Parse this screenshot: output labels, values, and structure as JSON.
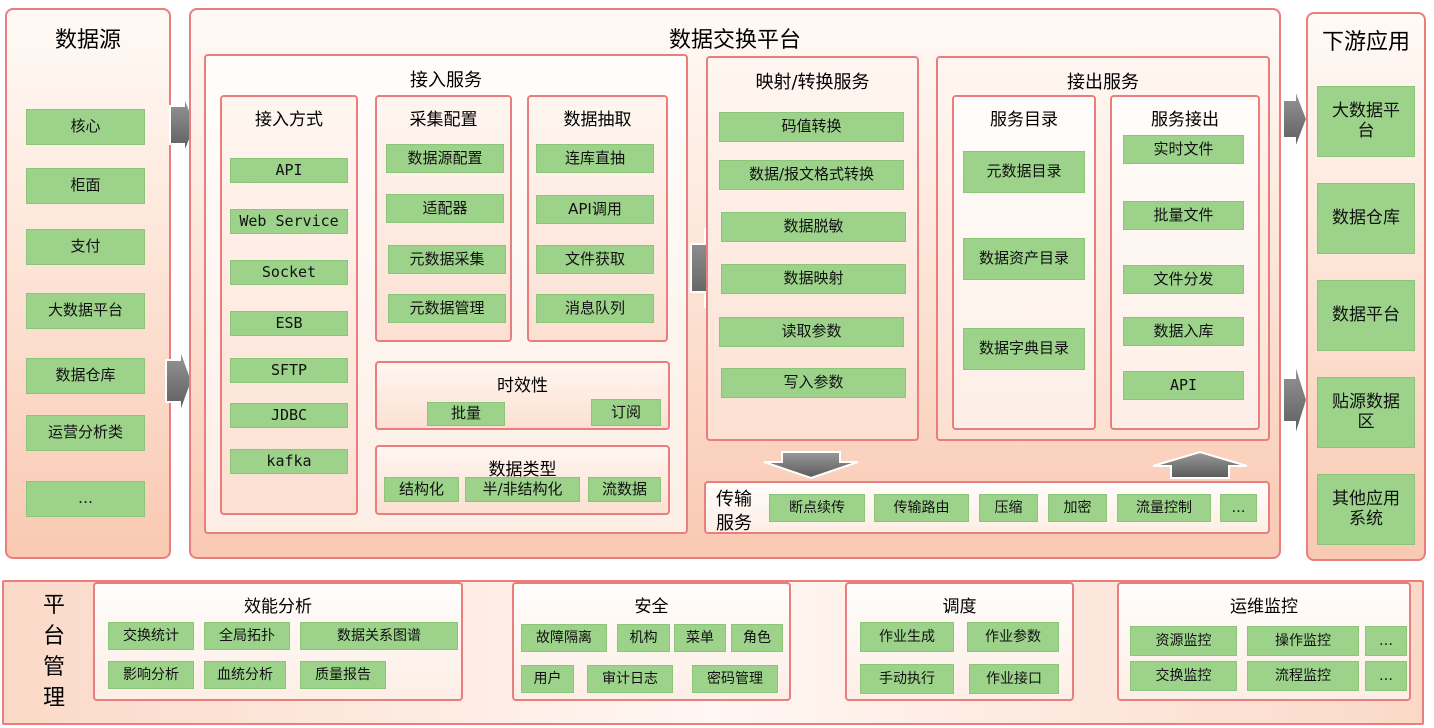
{
  "colors": {
    "panel_border": "#e87e7e",
    "item_fill": "#9cd28a",
    "arrow_fill": "#7f7f7f"
  },
  "sources": {
    "title": "数据源",
    "items": [
      "核心",
      "柜面",
      "支付",
      "大数据平台",
      "数据仓库",
      "运营分析类",
      "…"
    ]
  },
  "platform": {
    "title": "数据交换平台",
    "ingest": {
      "title": "接入服务",
      "methods": {
        "title": "接入方式",
        "items": [
          "API",
          "Web Service",
          "Socket",
          "ESB",
          "SFTP",
          "JDBC",
          "kafka"
        ]
      },
      "collect": {
        "title": "采集配置",
        "items": [
          "数据源配置",
          "适配器",
          "元数据采集",
          "元数据管理"
        ]
      },
      "extract": {
        "title": "数据抽取",
        "items": [
          "连库直抽",
          "API调用",
          "文件获取",
          "消息队列"
        ]
      },
      "timeliness": {
        "title": "时效性",
        "items": [
          "批量",
          "订阅"
        ]
      },
      "datatype": {
        "title": "数据类型",
        "items": [
          "结构化",
          "半/非结构化",
          "流数据"
        ]
      }
    },
    "mapping": {
      "title": "映射/转换服务",
      "items": [
        "码值转换",
        "数据/报文格式转换",
        "数据脱敏",
        "数据映射",
        "读取参数",
        "写入参数"
      ]
    },
    "output": {
      "title": "接出服务",
      "catalog": {
        "title": "服务目录",
        "items": [
          "元数据目录",
          "数据资产目录",
          "数据字典目录"
        ]
      },
      "export": {
        "title": "服务接出",
        "items": [
          "实时文件",
          "批量文件",
          "文件分发",
          "数据入库",
          "API"
        ]
      }
    },
    "transport": {
      "title_line1": "传输",
      "title_line2": "服务",
      "items": [
        "断点续传",
        "传输路由",
        "压缩",
        "加密",
        "流量控制",
        "…"
      ]
    }
  },
  "downstream": {
    "title": "下游应用",
    "items": [
      "大数据平台",
      "数据仓库",
      "数据平台",
      "贴源数据区",
      "其他应用系统"
    ]
  },
  "management": {
    "title": [
      "平",
      "台",
      "管",
      "理"
    ],
    "perf": {
      "title": "效能分析",
      "items": [
        "交换统计",
        "全局拓扑",
        "数据关系图谱",
        "影响分析",
        "血统分析",
        "质量报告"
      ]
    },
    "security": {
      "title": "安全",
      "items": [
        "故障隔离",
        "机构",
        "菜单",
        "角色",
        "用户",
        "审计日志",
        "密码管理"
      ]
    },
    "schedule": {
      "title": "调度",
      "items": [
        "作业生成",
        "作业参数",
        "手动执行",
        "作业接口"
      ]
    },
    "monitor": {
      "title": "运维监控",
      "items": [
        "资源监控",
        "操作监控",
        "…",
        "交换监控",
        "流程监控",
        "…"
      ]
    }
  }
}
